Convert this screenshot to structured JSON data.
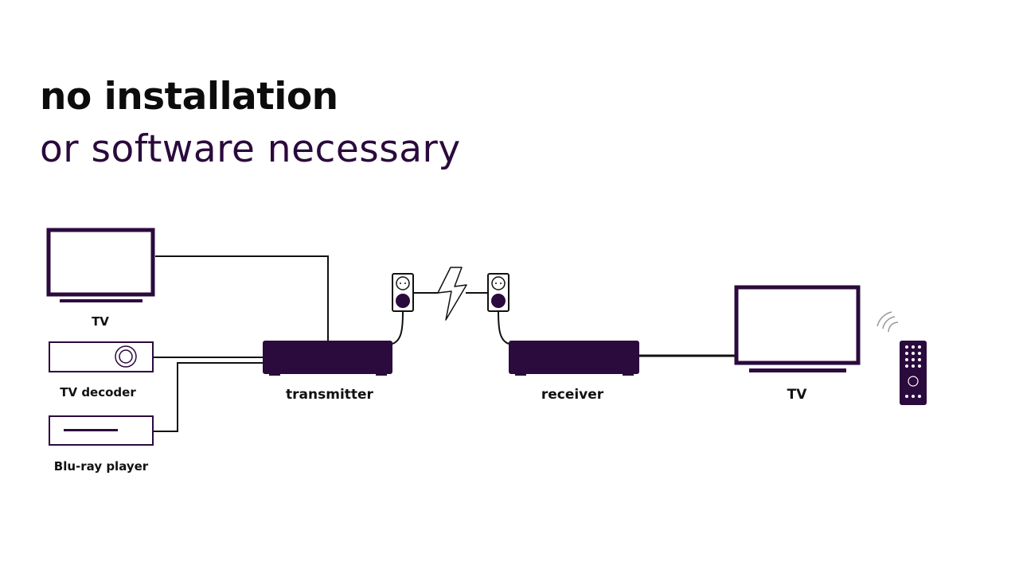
{
  "heading": {
    "line1": "no installation",
    "line2": "or software necessary"
  },
  "labels": {
    "tv_left": "TV",
    "tv_decoder": "TV decoder",
    "bluray": "Blu-ray player",
    "transmitter": "transmitter",
    "receiver": "receiver",
    "tv_right": "TV"
  },
  "colors": {
    "device": "#2b0a3d",
    "text_dark": "#0c0c0c",
    "accent_text": "#2b0a3d"
  }
}
